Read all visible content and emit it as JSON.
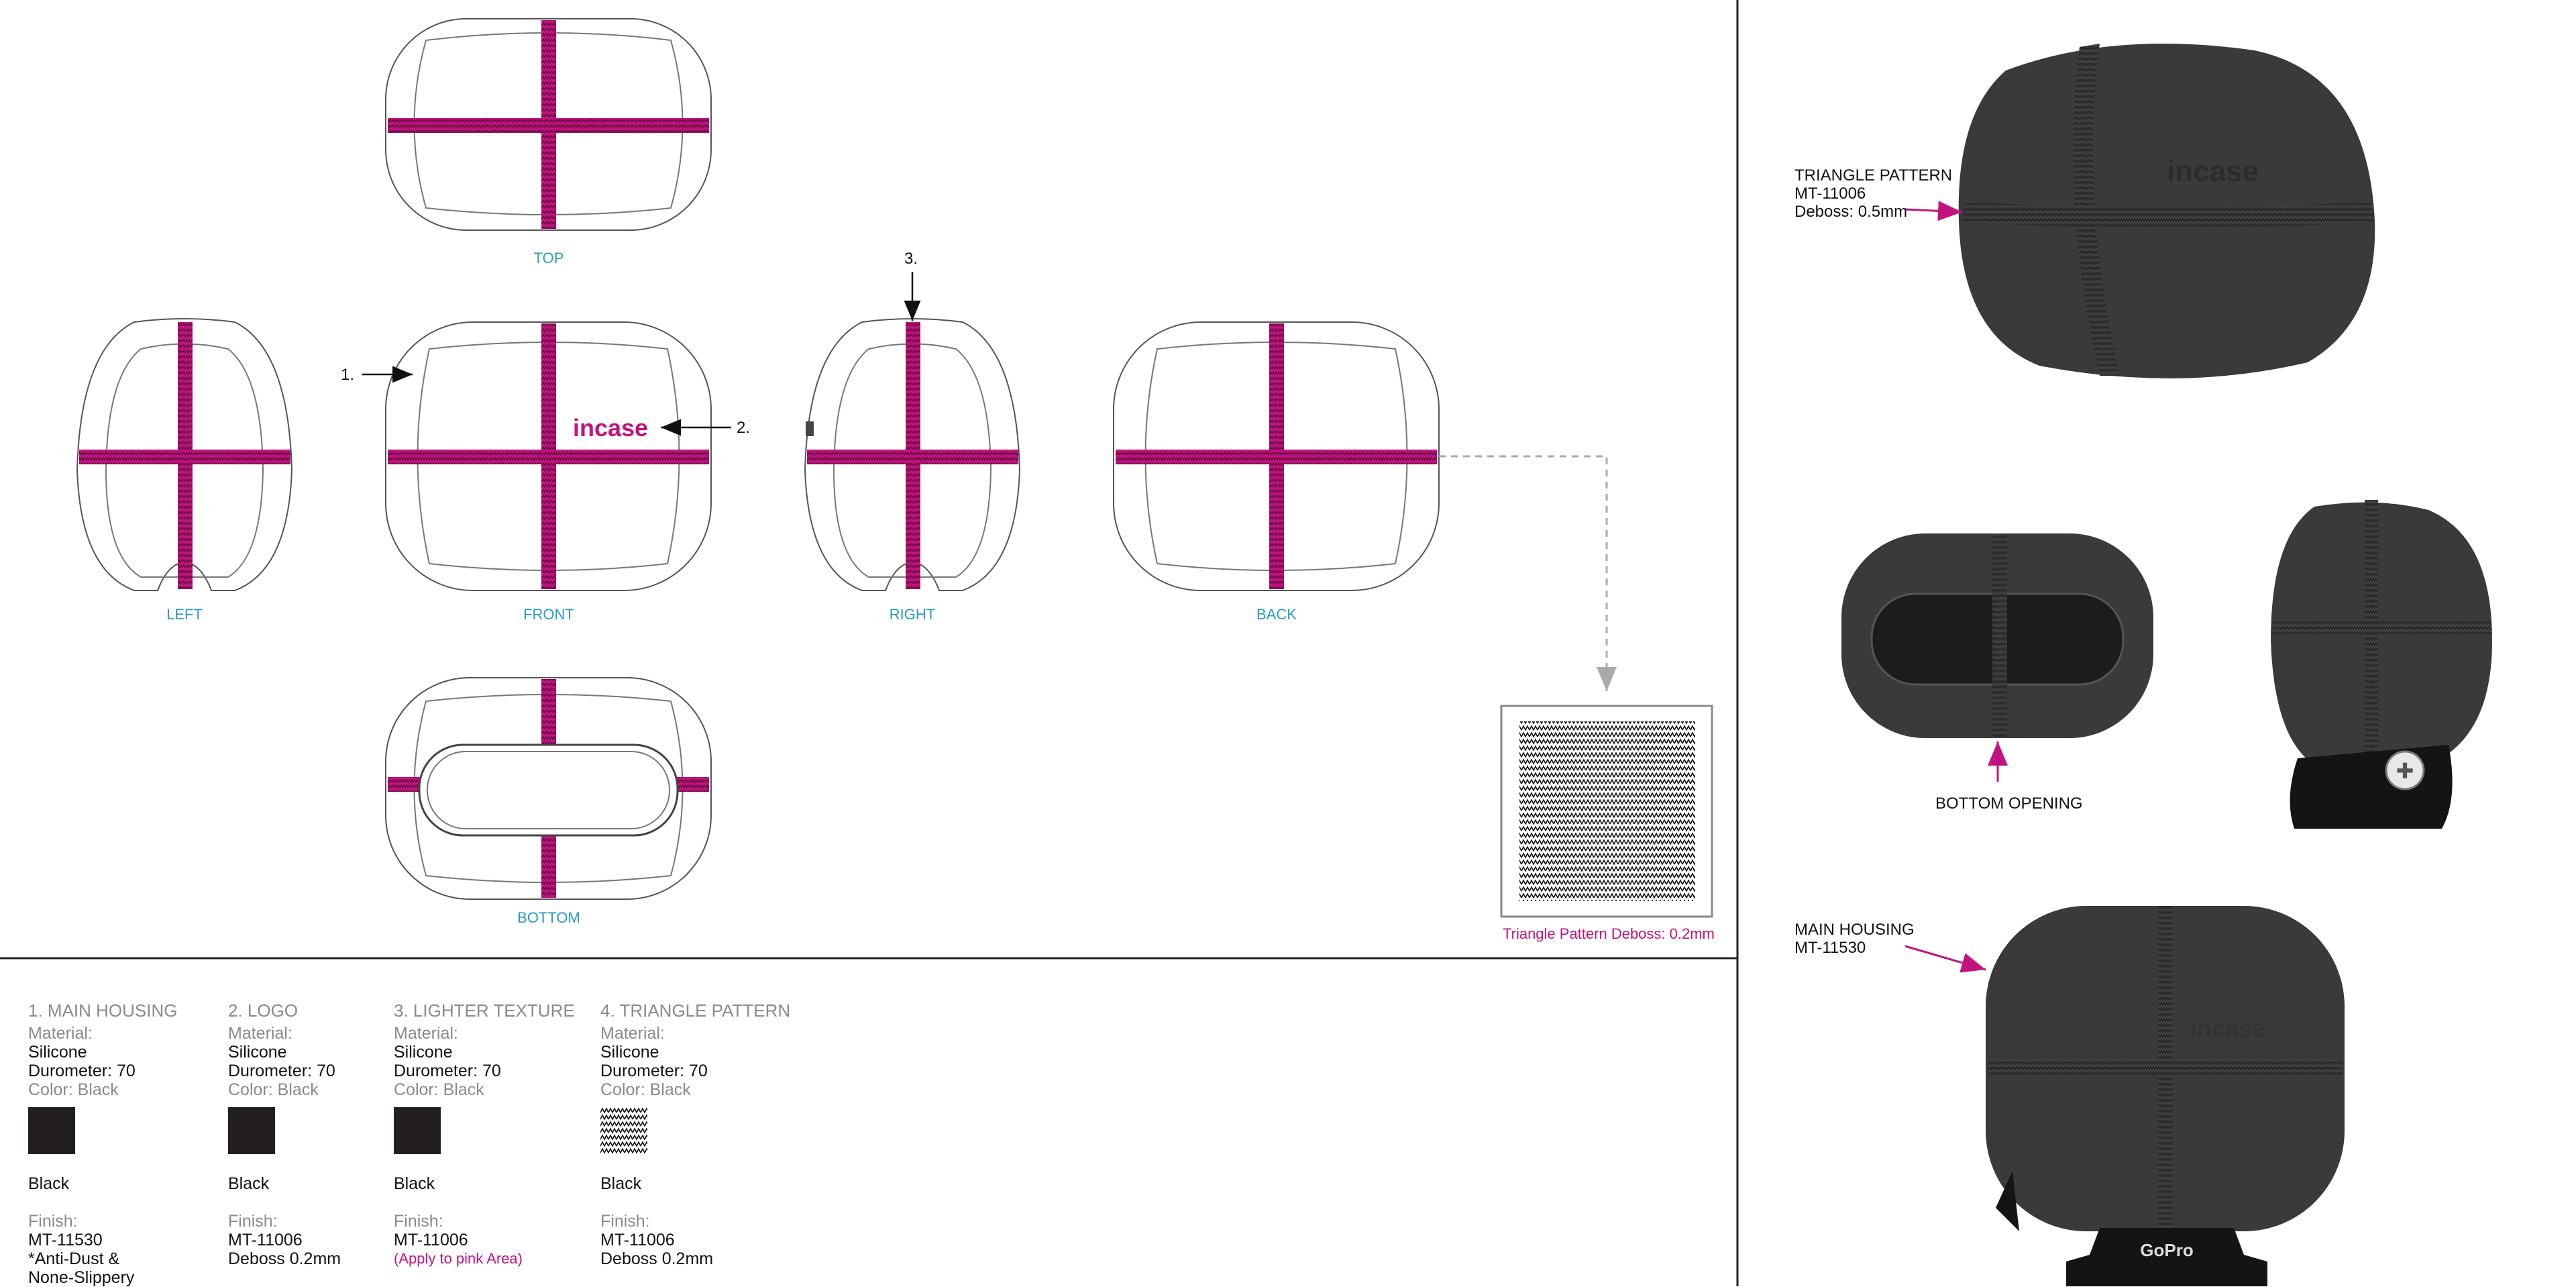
{
  "views": {
    "top": "TOP",
    "left": "LEFT",
    "front": "FRONT",
    "right": "RIGHT",
    "back": "BACK",
    "bottom": "BOTTOM"
  },
  "callouts": {
    "c1": "1.",
    "c2": "2.",
    "c3": "3."
  },
  "logo_text": "incase",
  "pattern_caption": "Triangle Pattern Deboss: 0.2mm",
  "specs": [
    {
      "title": "1. MAIN HOUSING",
      "material_label": "Material:",
      "material": "Silicone",
      "durometer": "Durometer: 70",
      "color": "Color: Black",
      "swatch_name": "Black",
      "finish_label": "Finish:",
      "finish_code": "MT-11530",
      "finish_note_1": "*Anti-Dust &",
      "finish_note_2": "None-Slippery"
    },
    {
      "title": "2. LOGO",
      "material_label": "Material:",
      "material": "Silicone",
      "durometer": "Durometer: 70",
      "color": "Color: Black",
      "swatch_name": "Black",
      "finish_label": "Finish:",
      "finish_code": "MT-11006",
      "finish_note_1": "Deboss 0.2mm"
    },
    {
      "title": "3. LIGHTER TEXTURE",
      "material_label": "Material:",
      "material": "Silicone",
      "durometer": "Durometer: 70",
      "color": "Color: Black",
      "swatch_name": "Black",
      "finish_label": "Finish:",
      "finish_code": "MT-11006",
      "finish_note_accent": "(Apply to pink Area)"
    },
    {
      "title": "4. TRIANGLE PATTERN",
      "material_label": "Material:",
      "material": "Silicone",
      "durometer": "Durometer: 70",
      "color": "Color: Black",
      "swatch_name": "Black",
      "finish_label": "Finish:",
      "finish_code": "MT-11006",
      "finish_note_1": "Deboss 0.2mm"
    }
  ],
  "render_notes": {
    "triangle": {
      "line1": "TRIANGLE PATTERN",
      "line2": "MT-11006",
      "line3": "Deboss: 0.5mm"
    },
    "bottom_opening": "BOTTOM OPENING",
    "main_housing": {
      "line1": "MAIN HOUSING",
      "line2": "MT-11530"
    },
    "device_logo": "GoPro"
  },
  "colors": {
    "accent_pink": "#c2137f",
    "label_blue": "#2a9ac4",
    "rubber_dark": "#3a3a3c",
    "swatch_black": "#231f20"
  }
}
